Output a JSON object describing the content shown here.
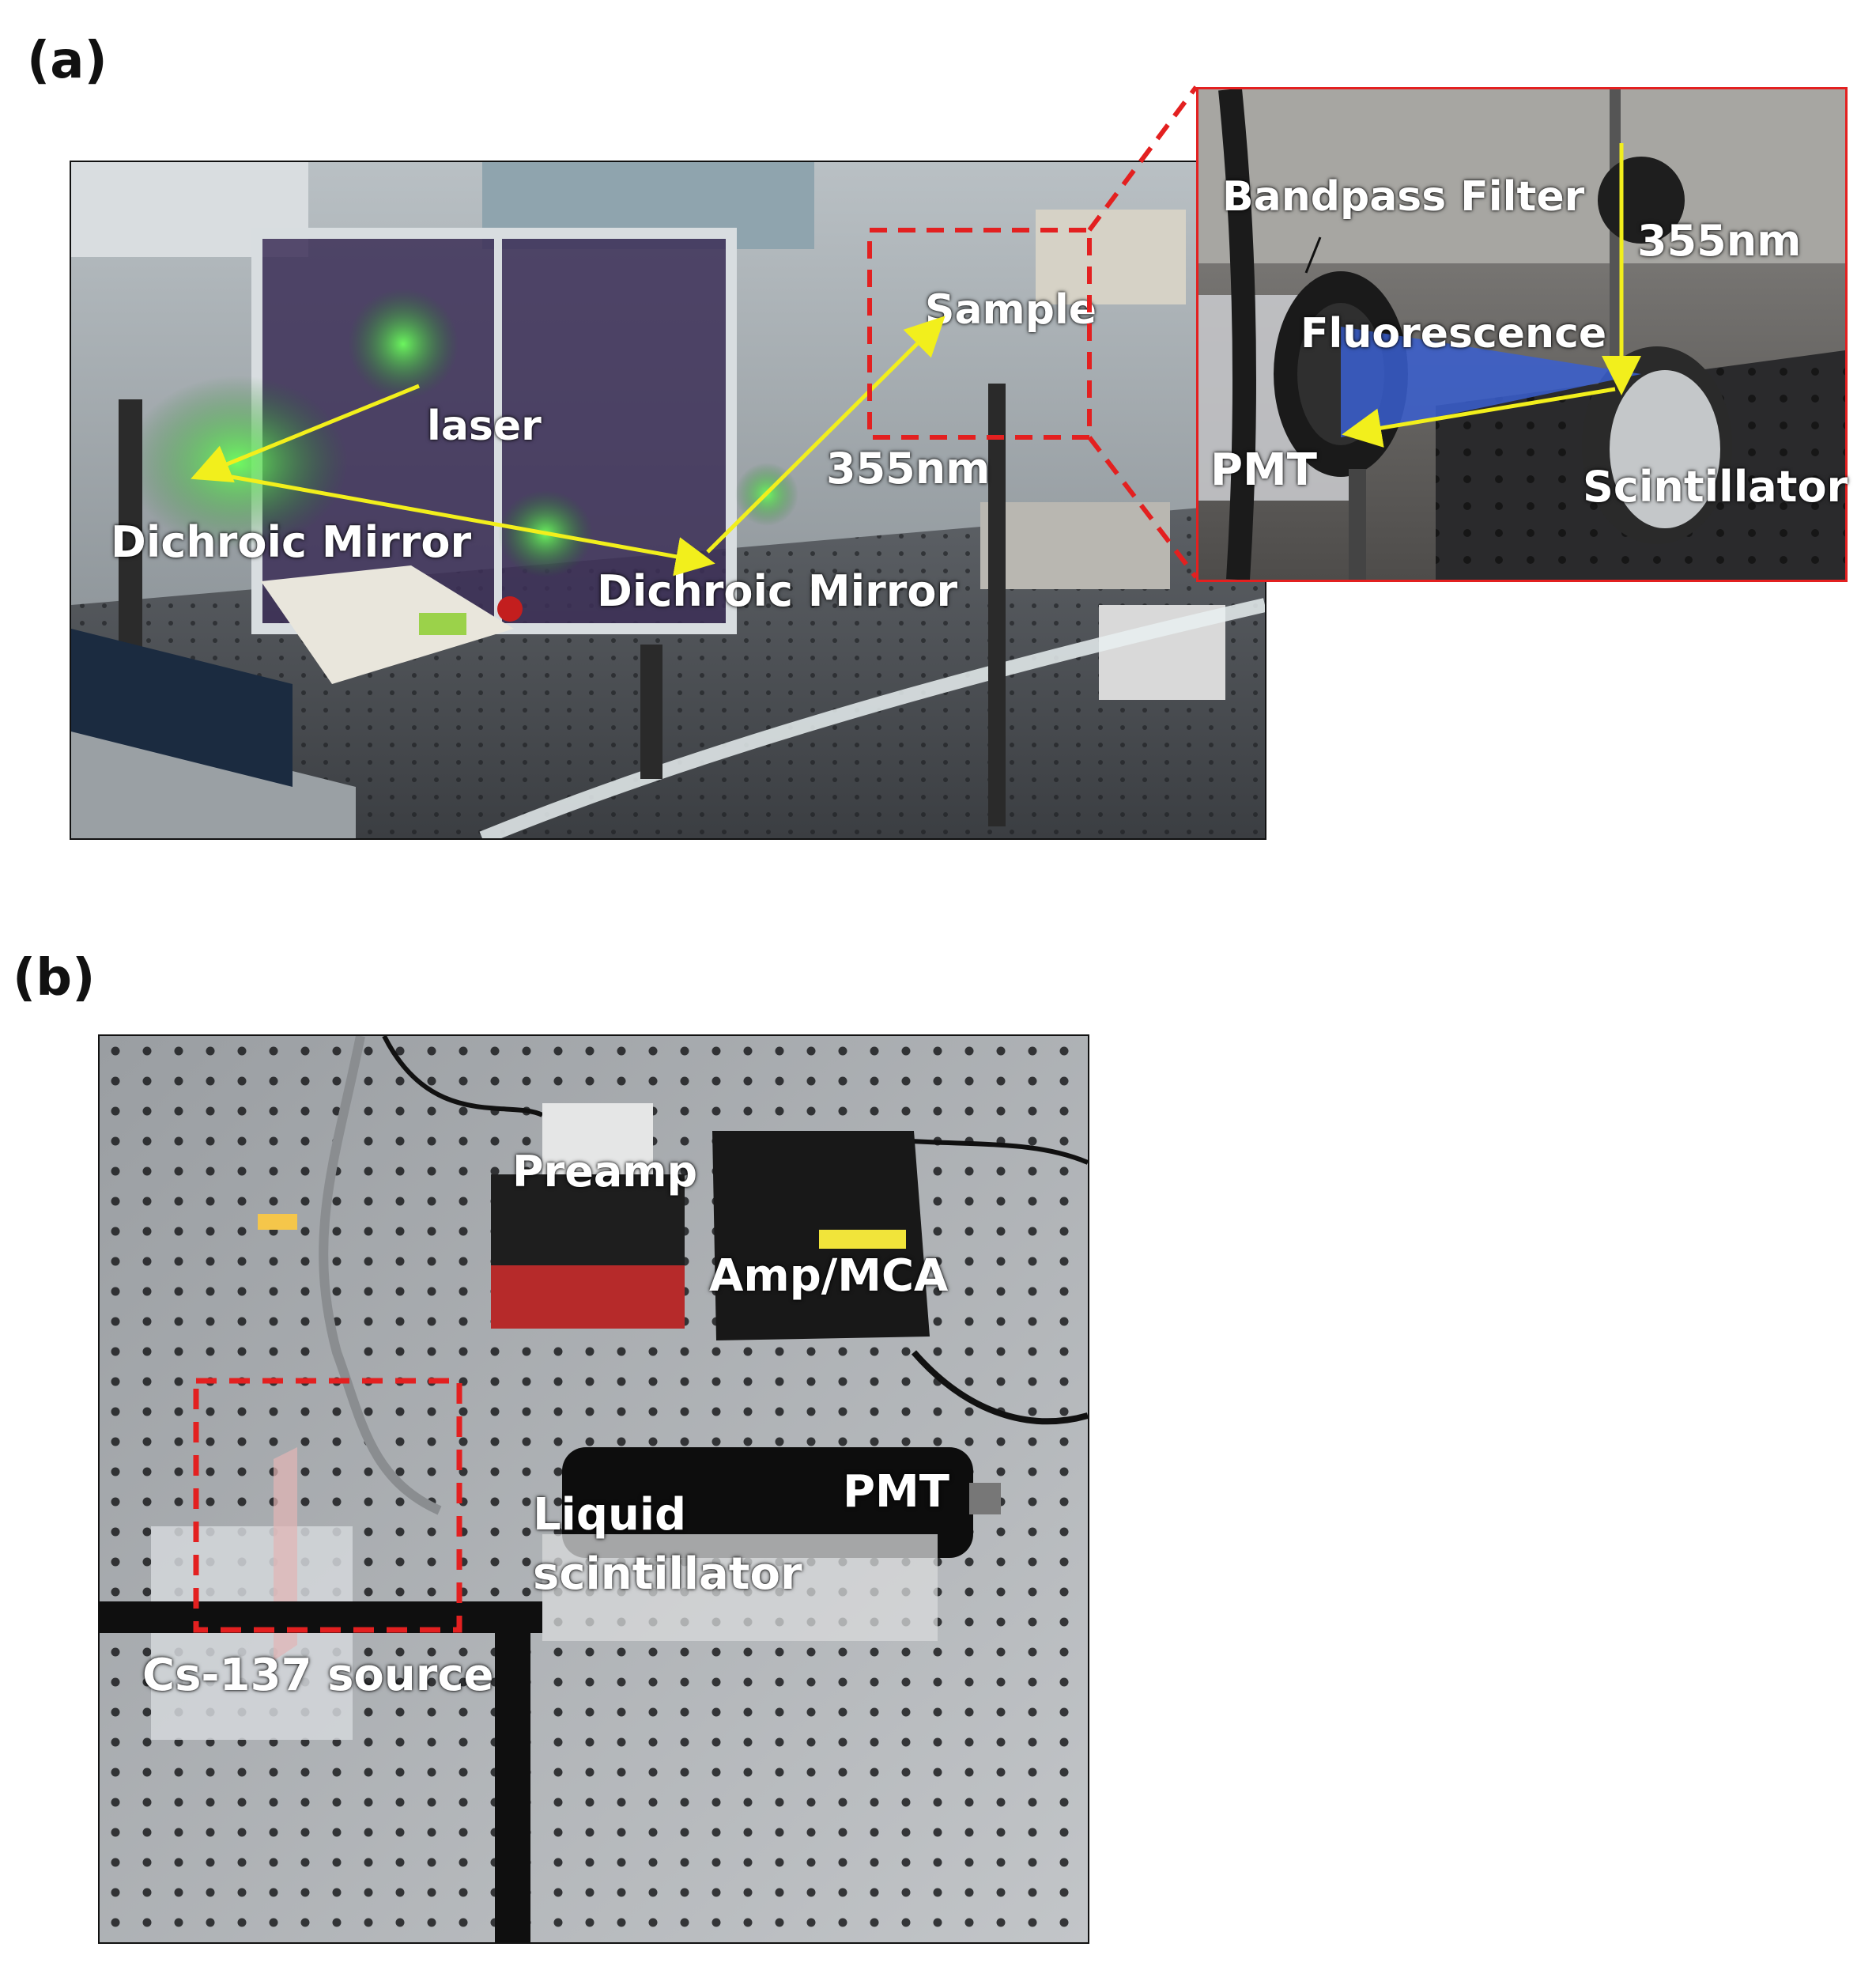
{
  "panel_a": {
    "label": "(a)",
    "labels": {
      "laser": "laser",
      "dichroic_mirror_left": "Dichroic Mirror",
      "dichroic_mirror_center": "Dichroic Mirror",
      "sample": "Sample",
      "wavelength": "355nm"
    },
    "inset": {
      "bandpass_filter": "Bandpass Filter",
      "wavelength": "355nm",
      "fluorescence": "Fluorescence",
      "pmt": "PMT",
      "scintillator": "Scintillator"
    }
  },
  "panel_b": {
    "label": "(b)",
    "labels": {
      "preamp": "Preamp",
      "amp_mca": "Amp/MCA",
      "pmt": "PMT",
      "liquid": "Liquid",
      "scintillator": "scintillator",
      "source": "Cs-137 source"
    }
  },
  "colors": {
    "arrow": "#f2ef1c",
    "highlight_box": "#e32020",
    "fluorescence_beam": "#3a5fd0",
    "laser_green": "#3cff3c"
  }
}
